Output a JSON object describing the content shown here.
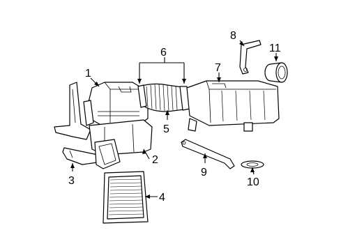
{
  "diagram": {
    "callouts": [
      {
        "label": "1",
        "part": "air-cleaner-housing"
      },
      {
        "label": "2",
        "part": "housing-lower-tray"
      },
      {
        "label": "3",
        "part": "bracket"
      },
      {
        "label": "4",
        "part": "air-filter-element"
      },
      {
        "label": "5",
        "part": "intake-duct"
      },
      {
        "label": "6",
        "part": "duct-clamps"
      },
      {
        "label": "7",
        "part": "resonator"
      },
      {
        "label": "8",
        "part": "support-bracket"
      },
      {
        "label": "9",
        "part": "support-rod"
      },
      {
        "label": "10",
        "part": "seal-ring"
      },
      {
        "label": "11",
        "part": "hose-coupler"
      }
    ]
  }
}
